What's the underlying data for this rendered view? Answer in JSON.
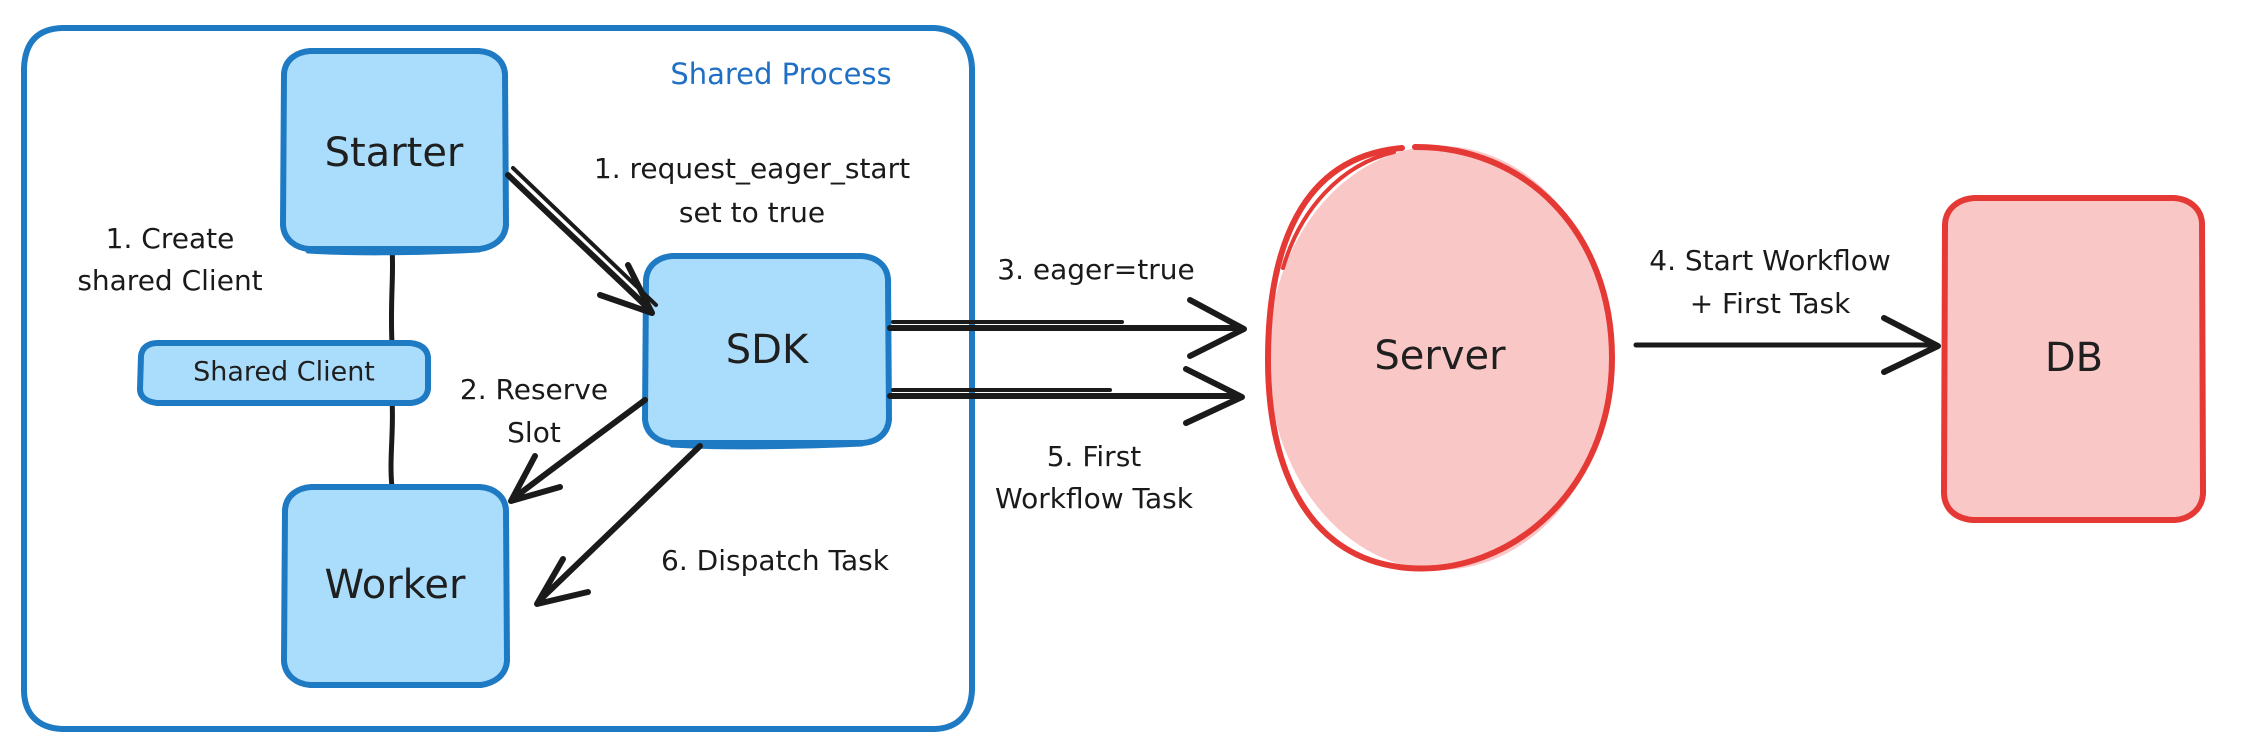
{
  "diagram": {
    "title": "Eager Workflow Start sequence diagram",
    "background": "#ffffff",
    "colors": {
      "blue_stroke": "#1f7ac4",
      "blue_fill": "#a9ddfb",
      "red_stroke": "#e53935",
      "red_fill": "#fac7c7",
      "edge": "#1a1a1a",
      "cluster_label": "#1f6fc4"
    },
    "cluster": {
      "label": "Shared Process",
      "style": "rounded-rectangle",
      "stroke": "#1f7ac4"
    },
    "nodes": [
      {
        "id": "starter",
        "label": "Starter",
        "shape": "rounded-rectangle",
        "group": "blue"
      },
      {
        "id": "shared_client",
        "label": "Shared Client",
        "shape": "rounded-rectangle",
        "group": "blue"
      },
      {
        "id": "worker",
        "label": "Worker",
        "shape": "rounded-rectangle",
        "group": "blue"
      },
      {
        "id": "sdk",
        "label": "SDK",
        "shape": "rounded-rectangle",
        "group": "blue"
      },
      {
        "id": "server",
        "label": "Server",
        "shape": "ellipse",
        "group": "red"
      },
      {
        "id": "db",
        "label": "DB",
        "shape": "rounded-rectangle",
        "group": "red"
      }
    ],
    "edges": [
      {
        "id": "e1",
        "from": "starter",
        "to": "sdk",
        "label": "1. request_eager_start set to true",
        "label_lines": [
          "1. request_eager_start",
          "set to true"
        ],
        "arrow": true
      },
      {
        "id": "e2",
        "from": "sdk",
        "to": "worker",
        "label": "2. Reserve Slot",
        "label_lines": [
          "2. Reserve",
          "Slot"
        ],
        "arrow": true
      },
      {
        "id": "e3",
        "from": "sdk",
        "to": "server",
        "label": "3. eager=true",
        "label_lines": [
          "3. eager=true"
        ],
        "arrow": true
      },
      {
        "id": "e4",
        "from": "server",
        "to": "db",
        "label": "4. Start Workflow + First Task",
        "label_lines": [
          "4. Start Workflow",
          "+ First Task"
        ],
        "arrow": true
      },
      {
        "id": "e5",
        "from": "server",
        "to": "sdk",
        "label": "5. First Workflow Task",
        "label_lines": [
          "5. First",
          "Workflow Task"
        ],
        "arrow": true
      },
      {
        "id": "e6",
        "from": "sdk",
        "to": "worker",
        "label": "6. Dispatch Task",
        "label_lines": [
          "6. Dispatch Task"
        ],
        "arrow": true
      },
      {
        "id": "e0",
        "from": "starter",
        "to": "worker",
        "via": "shared_client",
        "label": "1. Create shared Client",
        "label_lines": [
          "1. Create",
          "shared Client"
        ],
        "arrow": false
      }
    ],
    "labels": {
      "cluster_title": "Shared Process",
      "node_starter": "Starter",
      "node_shared_client": "Shared Client",
      "node_worker": "Worker",
      "node_sdk": "SDK",
      "node_server": "Server",
      "node_db": "DB",
      "e0_line1": "1. Create",
      "e0_line2": "shared Client",
      "e1_line1": "1. request_eager_start",
      "e1_line2": "set to true",
      "e2_line1": "2. Reserve",
      "e2_line2": "Slot",
      "e3_line1": "3. eager=true",
      "e4_line1": "4. Start Workflow",
      "e4_line2": "+ First Task",
      "e5_line1": "5. First",
      "e5_line2": "Workflow Task",
      "e6_line1": "6. Dispatch Task"
    }
  }
}
